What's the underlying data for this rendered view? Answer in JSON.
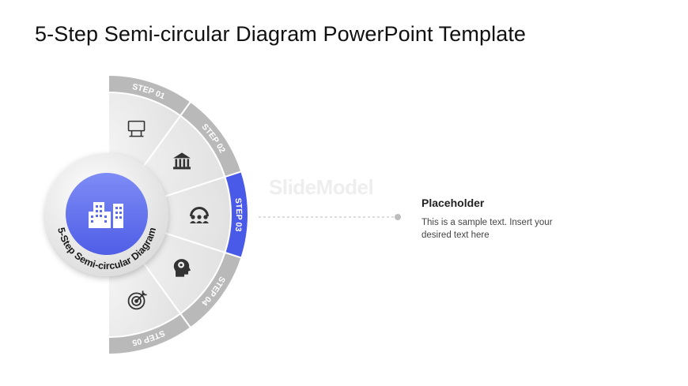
{
  "title": "5-Step Semi-circular Diagram PowerPoint Template",
  "center_label": "5-Step Semi-circular Diagram",
  "watermark": "SlideModel",
  "steps": [
    {
      "label": "STEP 01",
      "icon": "billboard-icon",
      "active": false
    },
    {
      "label": "STEP 02",
      "icon": "bank-icon",
      "active": false
    },
    {
      "label": "STEP 03",
      "icon": "teamwork-icon",
      "active": true
    },
    {
      "label": "STEP 04",
      "icon": "mind-icon",
      "active": false
    },
    {
      "label": "STEP 05",
      "icon": "target-icon",
      "active": false
    }
  ],
  "placeholder": {
    "title": "Placeholder",
    "text": "This is a sample text. Insert your desired text here"
  },
  "colors": {
    "active": "#4a5ae8",
    "center_gradient_top": "#7e8cf6",
    "center_gradient_bottom": "#4f5ee6",
    "band": "#b9b9b9",
    "segment": "#ececec"
  }
}
